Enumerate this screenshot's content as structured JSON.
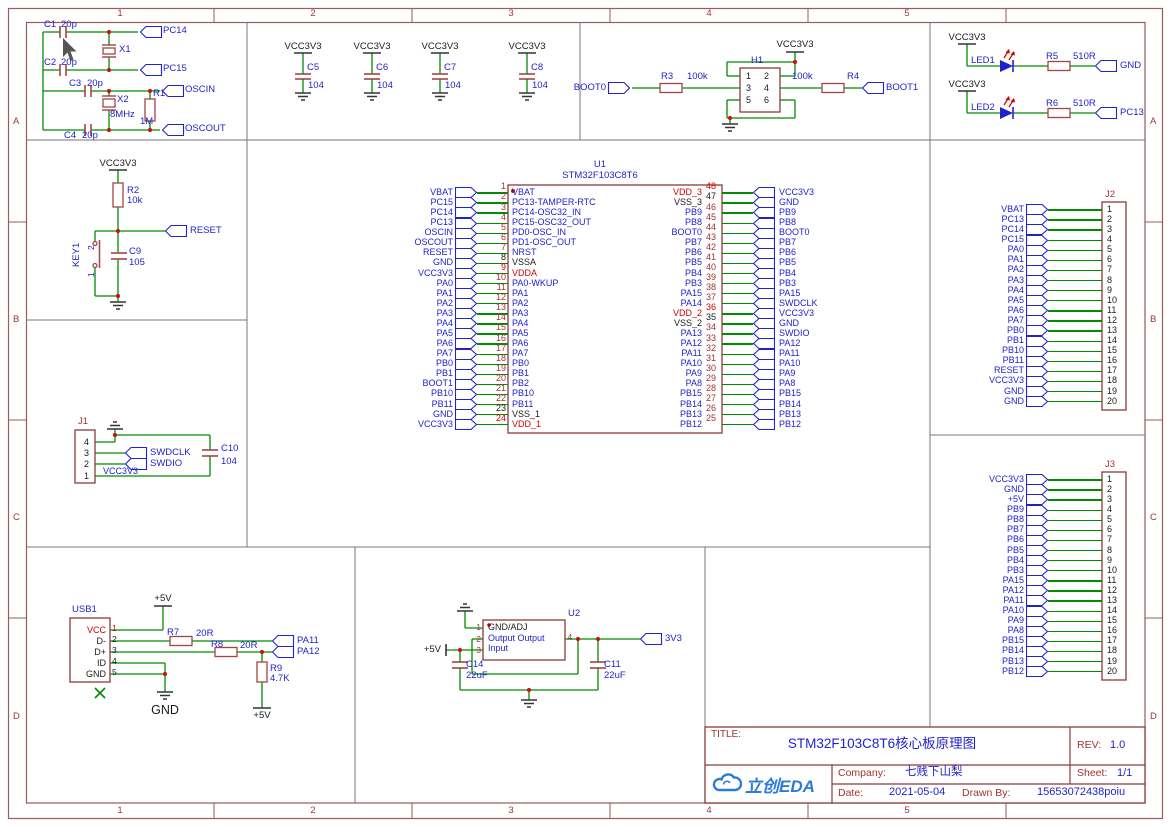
{
  "frame": {
    "cols": [
      "1",
      "2",
      "3",
      "4",
      "5"
    ],
    "rows": [
      "A",
      "B",
      "C",
      "D"
    ]
  },
  "colors": {
    "wire": "#008C00",
    "symbol": "#A04545",
    "box": "#8C3A3A",
    "net_blue": "#2222CC",
    "vdd_red": "#D40000",
    "frame": "#9A5B5B"
  },
  "crystal": {
    "c1": "C1",
    "c1v": "20p",
    "c2": "C2",
    "c2v": "20p",
    "c3": "C3",
    "c3v": "20p",
    "c4": "C4",
    "c4v": "20p",
    "x1": "X1",
    "x2": "X2",
    "x2v": "8MHz",
    "r1": "R1",
    "r1v": "1M",
    "pc14": "PC14",
    "pc15": "PC15",
    "oscin": "OSCIN",
    "oscout": "OSCOUT"
  },
  "decoupling": {
    "vcc": "VCC3V3",
    "caps": [
      {
        "ref": "C5",
        "val": "104"
      },
      {
        "ref": "C6",
        "val": "104"
      },
      {
        "ref": "C7",
        "val": "104"
      },
      {
        "ref": "C8",
        "val": "104"
      }
    ]
  },
  "boot": {
    "vcc": "VCC3V3",
    "h1": "H1",
    "pins": [
      "1",
      "2",
      "3",
      "4",
      "5",
      "6"
    ],
    "boot0": "BOOT0",
    "r3": "R3",
    "r3v": "100k",
    "r4": "R4",
    "r4v": "100k",
    "boot1": "BOOT1"
  },
  "leds": {
    "rows": [
      {
        "vcc": "VCC3V3",
        "led": "LED1",
        "r": "R5",
        "rv": "510R",
        "net": "GND"
      },
      {
        "vcc": "VCC3V3",
        "led": "LED2",
        "r": "R6",
        "rv": "510R",
        "net": "PC13"
      }
    ]
  },
  "reset": {
    "vcc": "VCC3V3",
    "r2": "R2",
    "r2v": "10k",
    "key": "KEY1",
    "key_pins": [
      "2",
      "1"
    ],
    "c9": "C9",
    "c9v": "105",
    "net": "RESET"
  },
  "swd": {
    "j1": "J1",
    "pins": [
      "4",
      "3",
      "2",
      "1"
    ],
    "swdclk": "SWDCLK",
    "swdio": "SWDIO",
    "vcc": "VCC3V3",
    "c10": "C10",
    "c10v": "104"
  },
  "mcu": {
    "ref": "U1",
    "part": "STM32F103C8T6",
    "left": [
      {
        "n": "1",
        "p": "VBAT",
        "e": "VBAT"
      },
      {
        "n": "2",
        "p": "PC13-TAMPER-RTC",
        "e": "PC15"
      },
      {
        "n": "3",
        "p": "PC14-OSC32_IN",
        "e": "PC14"
      },
      {
        "n": "4",
        "p": "PC15-OSC32_OUT",
        "e": "PC13"
      },
      {
        "n": "5",
        "p": "PD0-OSC_IN",
        "e": "OSCIN"
      },
      {
        "n": "6",
        "p": "PD1-OSC_OUT",
        "e": "OSCOUT"
      },
      {
        "n": "7",
        "p": "NRST",
        "e": "RESET"
      },
      {
        "n": "8",
        "p": "VSSA",
        "e": "GND"
      },
      {
        "n": "9",
        "p": "VDDA",
        "e": "VCC3V3"
      },
      {
        "n": "10",
        "p": "PA0-WKUP",
        "e": "PA0"
      },
      {
        "n": "11",
        "p": "PA1",
        "e": "PA1"
      },
      {
        "n": "12",
        "p": "PA2",
        "e": "PA2"
      },
      {
        "n": "13",
        "p": "PA3",
        "e": "PA3"
      },
      {
        "n": "14",
        "p": "PA4",
        "e": "PA4"
      },
      {
        "n": "15",
        "p": "PA5",
        "e": "PA5"
      },
      {
        "n": "16",
        "p": "PA6",
        "e": "PA6"
      },
      {
        "n": "17",
        "p": "PA7",
        "e": "PA7"
      },
      {
        "n": "18",
        "p": "PB0",
        "e": "PB0"
      },
      {
        "n": "19",
        "p": "PB1",
        "e": "PB1"
      },
      {
        "n": "20",
        "p": "PB2",
        "e": "BOOT1"
      },
      {
        "n": "21",
        "p": "PB10",
        "e": "PB10"
      },
      {
        "n": "22",
        "p": "PB11",
        "e": "PB11"
      },
      {
        "n": "23",
        "p": "VSS_1",
        "e": "GND"
      },
      {
        "n": "24",
        "p": "VDD_1",
        "e": "VCC3V3"
      }
    ],
    "right": [
      {
        "n": "48",
        "p": "VDD_3",
        "e": "VCC3V3"
      },
      {
        "n": "47",
        "p": "VSS_3",
        "e": "GND"
      },
      {
        "n": "46",
        "p": "PB9",
        "e": "PB9"
      },
      {
        "n": "45",
        "p": "PB8",
        "e": "PB8"
      },
      {
        "n": "44",
        "p": "BOOT0",
        "e": "BOOT0"
      },
      {
        "n": "43",
        "p": "PB7",
        "e": "PB7"
      },
      {
        "n": "42",
        "p": "PB6",
        "e": "PB6"
      },
      {
        "n": "41",
        "p": "PB5",
        "e": "PB5"
      },
      {
        "n": "40",
        "p": "PB4",
        "e": "PB4"
      },
      {
        "n": "39",
        "p": "PB3",
        "e": "PB3"
      },
      {
        "n": "38",
        "p": "PA15",
        "e": "PA15"
      },
      {
        "n": "37",
        "p": "PA14",
        "e": "SWDCLK"
      },
      {
        "n": "36",
        "p": "VDD_2",
        "e": "VCC3V3"
      },
      {
        "n": "35",
        "p": "VSS_2",
        "e": "GND"
      },
      {
        "n": "34",
        "p": "PA13",
        "e": "SWDIO"
      },
      {
        "n": "33",
        "p": "PA12",
        "e": "PA12"
      },
      {
        "n": "32",
        "p": "PA11",
        "e": "PA11"
      },
      {
        "n": "31",
        "p": "PA10",
        "e": "PA10"
      },
      {
        "n": "30",
        "p": "PA9",
        "e": "PA9"
      },
      {
        "n": "29",
        "p": "PA8",
        "e": "PA8"
      },
      {
        "n": "28",
        "p": "PB15",
        "e": "PB15"
      },
      {
        "n": "27",
        "p": "PB14",
        "e": "PB14"
      },
      {
        "n": "26",
        "p": "PB13",
        "e": "PB13"
      },
      {
        "n": "25",
        "p": "PB12",
        "e": "PB12"
      }
    ]
  },
  "usb": {
    "ref": "USB1",
    "p5v": "+5V",
    "gnd": "GND",
    "p5v2": "+5V",
    "pins": [
      {
        "num": "1",
        "name": "VCC"
      },
      {
        "num": "2",
        "name": "D-"
      },
      {
        "num": "3",
        "name": "D+"
      },
      {
        "num": "4",
        "name": "ID"
      },
      {
        "num": "5",
        "name": "GND"
      }
    ],
    "r7": "R7",
    "r7v": "20R",
    "r8": "R8",
    "r8v": "20R",
    "r9": "R9",
    "r9v": "4.7K",
    "pa11": "PA11",
    "pa12": "PA12"
  },
  "reg": {
    "ref": "U2",
    "pins": [
      "1",
      "2",
      "3",
      "4"
    ],
    "t1": "GND/ADJ",
    "t2": "Output Output",
    "t3": "Input",
    "in": "+5V",
    "out": "3V3",
    "c14": "C14",
    "c14v": "22uF",
    "c11": "C11",
    "c11v": "22uF"
  },
  "j2": {
    "ref": "J2",
    "pins": [
      {
        "num": "1",
        "net": "VBAT"
      },
      {
        "num": "2",
        "net": "PC13"
      },
      {
        "num": "3",
        "net": "PC14"
      },
      {
        "num": "4",
        "net": "PC15"
      },
      {
        "num": "5",
        "net": "PA0"
      },
      {
        "num": "6",
        "net": "PA1"
      },
      {
        "num": "7",
        "net": "PA2"
      },
      {
        "num": "8",
        "net": "PA3"
      },
      {
        "num": "9",
        "net": "PA4"
      },
      {
        "num": "10",
        "net": "PA5"
      },
      {
        "num": "11",
        "net": "PA6"
      },
      {
        "num": "12",
        "net": "PA7"
      },
      {
        "num": "13",
        "net": "PB0"
      },
      {
        "num": "14",
        "net": "PB1"
      },
      {
        "num": "15",
        "net": "PB10"
      },
      {
        "num": "16",
        "net": "PB11"
      },
      {
        "num": "17",
        "net": "RESET"
      },
      {
        "num": "18",
        "net": "VCC3V3"
      },
      {
        "num": "19",
        "net": "GND"
      },
      {
        "num": "20",
        "net": "GND"
      }
    ]
  },
  "j3": {
    "ref": "J3",
    "pins": [
      {
        "num": "1",
        "net": "VCC3V3"
      },
      {
        "num": "2",
        "net": "GND"
      },
      {
        "num": "3",
        "net": "+5V"
      },
      {
        "num": "4",
        "net": "PB9"
      },
      {
        "num": "5",
        "net": "PB8"
      },
      {
        "num": "6",
        "net": "PB7"
      },
      {
        "num": "7",
        "net": "PB6"
      },
      {
        "num": "8",
        "net": "PB5"
      },
      {
        "num": "9",
        "net": "PB4"
      },
      {
        "num": "10",
        "net": "PB3"
      },
      {
        "num": "11",
        "net": "PA15"
      },
      {
        "num": "12",
        "net": "PA12"
      },
      {
        "num": "13",
        "net": "PA11"
      },
      {
        "num": "14",
        "net": "PA10"
      },
      {
        "num": "15",
        "net": "PA9"
      },
      {
        "num": "16",
        "net": "PA8"
      },
      {
        "num": "17",
        "net": "PB15"
      },
      {
        "num": "18",
        "net": "PB14"
      },
      {
        "num": "19",
        "net": "PB13"
      },
      {
        "num": "20",
        "net": "PB12"
      }
    ]
  },
  "titleblock": {
    "title_label": "TITLE:",
    "title": "STM32F103C8T6核心板原理图",
    "rev_label": "REV:",
    "rev": "1.0",
    "company_label": "Company:",
    "company": "七贱下山梨",
    "sheet_label": "Sheet:",
    "sheet": "1/1",
    "date_label": "Date:",
    "date": "2021-05-04",
    "drawn_label": "Drawn By:",
    "drawn": "15653072438poiu",
    "logo": "立创EDA"
  }
}
